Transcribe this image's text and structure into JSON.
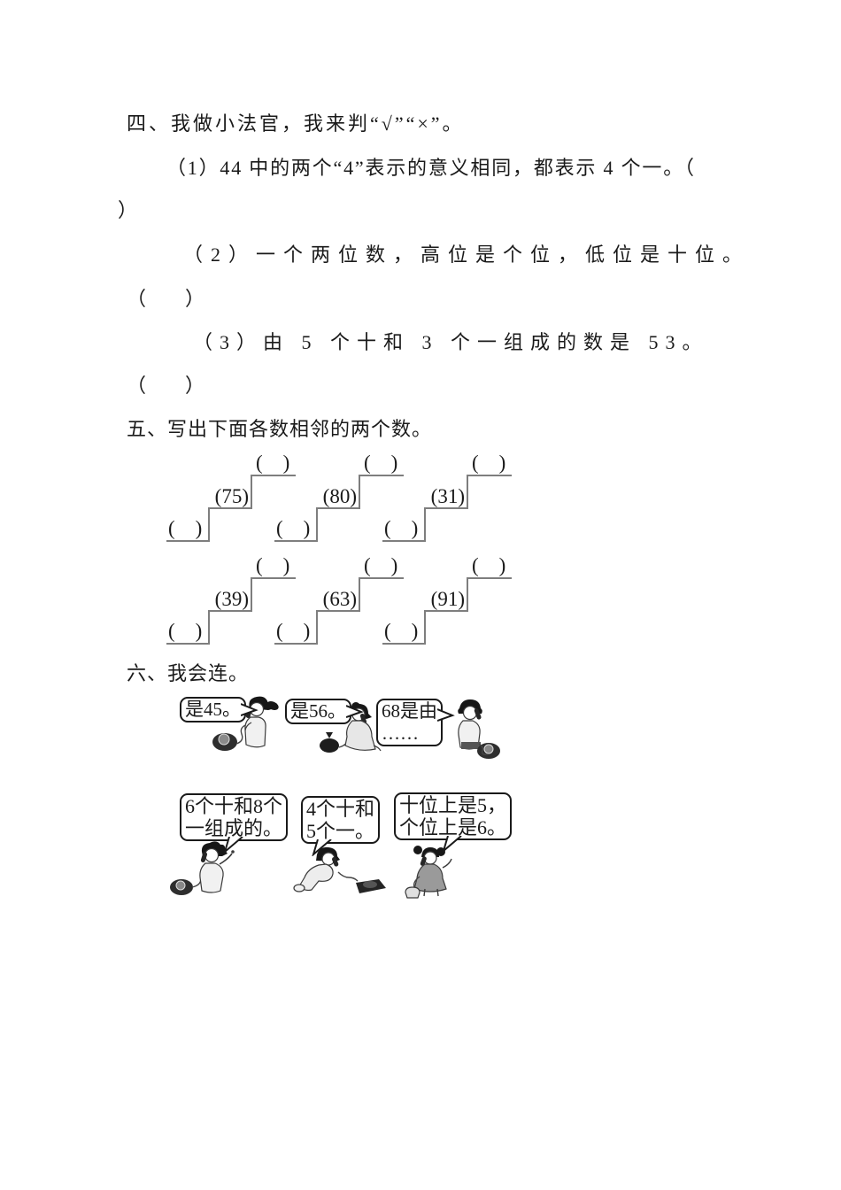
{
  "colors": {
    "background": "#ffffff",
    "ink": "#1a1a1a",
    "stair_line": "#7e7e7e"
  },
  "section_four": {
    "heading": "四、我做小法官，我来判“√”“×”。",
    "q1_text": "（1）44 中的两个“4”表示的意义相同，都表示 4 个一。（",
    "q1_close": "）",
    "q2_text": "（2）一个两位数，高位是个位，低位是十位。",
    "q2_blank": "（　　）",
    "q3_text": "（3）由 5 个十和 3 个一组成的数是 53。",
    "q3_blank": "（　　）"
  },
  "section_five": {
    "heading": "五、写出下面各数相邻的两个数。",
    "blank": "(　)",
    "staircases": [
      {
        "value": "(75)"
      },
      {
        "value": "(80)"
      },
      {
        "value": "(31)"
      },
      {
        "value": "(39)"
      },
      {
        "value": "(63)"
      },
      {
        "value": "(91)"
      }
    ]
  },
  "section_six": {
    "heading": "六、我会连。",
    "bubbles_top": [
      {
        "line1": "是45。"
      },
      {
        "line1": "是56。"
      },
      {
        "line1": "68是由",
        "line2": "……"
      }
    ],
    "bubbles_bottom": [
      {
        "line1": "6个十和8个",
        "line2": "一组成的。"
      },
      {
        "line1": "4个十和",
        "line2": "5个一。"
      },
      {
        "line1": "十位上是5，",
        "line2": "个位上是6。"
      }
    ]
  }
}
